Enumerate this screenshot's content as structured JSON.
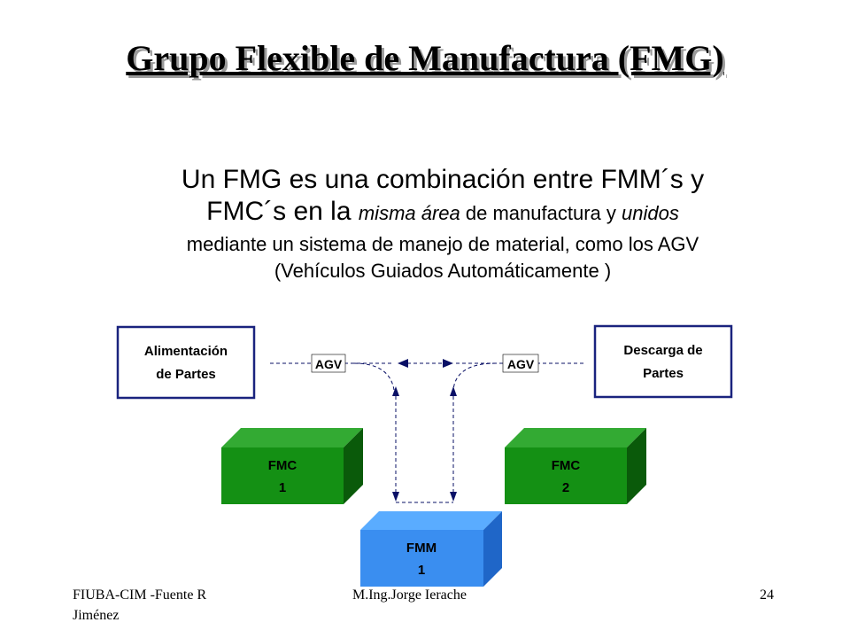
{
  "title": "Grupo Flexible de Manufactura (FMG)",
  "paragraph": {
    "line1": "Un FMG es una combinación entre FMM´s y",
    "line2_a": "FMC´s en la ",
    "line2_b": "misma área",
    "line2_c": " de manufactura y ",
    "line2_d": "unidos",
    "line3": "mediante un sistema de manejo de material, como los AGV",
    "line4": "(Vehículos Guiados Automáticamente )"
  },
  "diagram": {
    "left_box": {
      "line1": "Alimentación",
      "line2": "de Partes"
    },
    "right_box": {
      "line1": "Descarga de",
      "line2": "Partes"
    },
    "agv_left": "AGV",
    "agv_right": "AGV",
    "fmc1": {
      "line1": "FMC",
      "line2": "1"
    },
    "fmc2": {
      "line1": "FMC",
      "line2": "2"
    },
    "fmm1": {
      "line1": "FMM",
      "line2": "1"
    },
    "colors": {
      "box_border": "#1a237e",
      "green_front": "#149014",
      "green_top": "#33aa33",
      "green_side": "#0a5a0a",
      "blue_front": "#3a8ef0",
      "blue_top": "#5aacff",
      "blue_side": "#1f66c8",
      "arrow": "#0a1066"
    }
  },
  "footer": {
    "left_line1": "FIUBA-CIM -Fuente R",
    "left_line2": "Jiménez",
    "center": "M.Ing.Jorge Ierache",
    "page": "24"
  }
}
